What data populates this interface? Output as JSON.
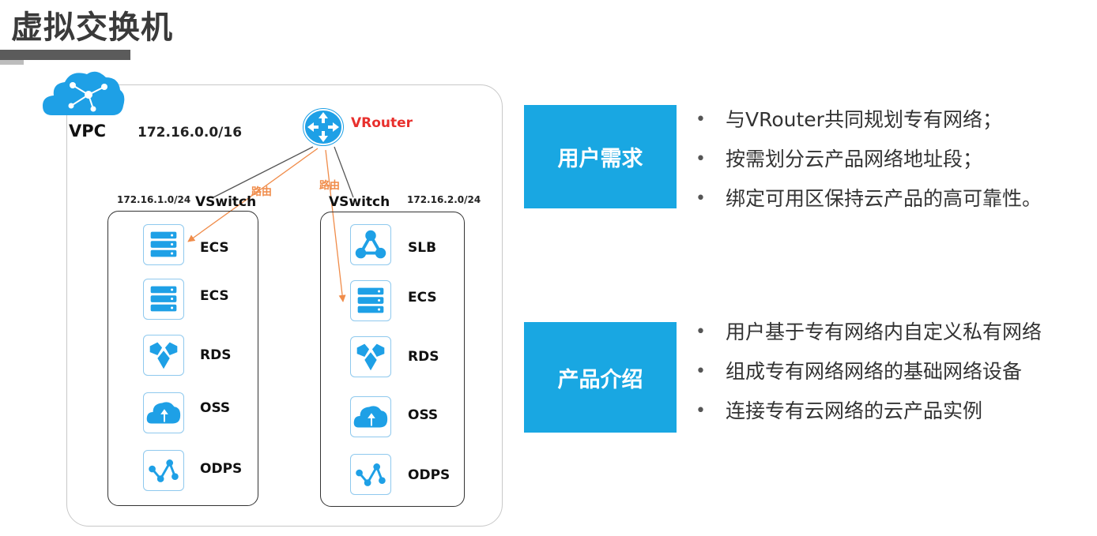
{
  "title": "虚拟交换机",
  "vpc": {
    "label": "VPC",
    "cidr": "172.16.0.0/16"
  },
  "router": {
    "label": "VRouter"
  },
  "route_label": "路由",
  "vswitches": [
    {
      "label": "VSwitch",
      "cidr": "172.16.1.0/24",
      "products": [
        {
          "name": "ECS",
          "icon": "server-icon"
        },
        {
          "name": "ECS",
          "icon": "server-icon"
        },
        {
          "name": "RDS",
          "icon": "database-icon"
        },
        {
          "name": "OSS",
          "icon": "storage-cloud-icon"
        },
        {
          "name": "ODPS",
          "icon": "odps-graph-icon"
        }
      ]
    },
    {
      "label": "VSwitch",
      "cidr": "172.16.2.0/24",
      "products": [
        {
          "name": "SLB",
          "icon": "load-balancer-icon"
        },
        {
          "name": "ECS",
          "icon": "server-icon"
        },
        {
          "name": "RDS",
          "icon": "database-icon"
        },
        {
          "name": "OSS",
          "icon": "storage-cloud-icon"
        },
        {
          "name": "ODPS",
          "icon": "odps-graph-icon"
        }
      ]
    }
  ],
  "sections": [
    {
      "heading": "用户需求",
      "bullets": [
        "与VRouter共同规划专有网络；",
        "按需划分云产品网络地址段；",
        "绑定可用区保持云产品的高可靠性。"
      ]
    },
    {
      "heading": "产品介绍",
      "bullets": [
        "用户基于专有网络内自定义私有网络",
        "组成专有网络网络的基础网络设备",
        "连接专有云网络的云产品实例"
      ]
    }
  ],
  "colors": {
    "accent_blue": "#19a7e2",
    "icon_blue": "#1ea0e6",
    "route_orange": "#f08c4a",
    "router_red": "#e8302d"
  }
}
